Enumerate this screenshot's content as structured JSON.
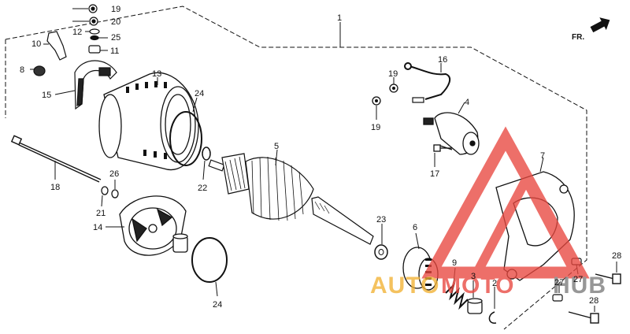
{
  "colors": {
    "line": "#111111",
    "watermark_red": "#e8473f",
    "watermark_gold": "#f2b233",
    "watermark_gray": "#7a7a7a"
  },
  "orientation": {
    "label": "FR.",
    "icon": "arrow-up-right-icon"
  },
  "callouts": [
    {
      "id": "c1",
      "text": "1"
    },
    {
      "id": "c2",
      "text": "2"
    },
    {
      "id": "c3",
      "text": "3"
    },
    {
      "id": "c4",
      "text": "4"
    },
    {
      "id": "c5",
      "text": "5"
    },
    {
      "id": "c6",
      "text": "6"
    },
    {
      "id": "c7",
      "text": "7"
    },
    {
      "id": "c8",
      "text": "8"
    },
    {
      "id": "c9",
      "text": "9"
    },
    {
      "id": "c10",
      "text": "10"
    },
    {
      "id": "c11",
      "text": "11"
    },
    {
      "id": "c12",
      "text": "12"
    },
    {
      "id": "c13",
      "text": "13"
    },
    {
      "id": "c14",
      "text": "14"
    },
    {
      "id": "c15",
      "text": "15"
    },
    {
      "id": "c16",
      "text": "16"
    },
    {
      "id": "c17",
      "text": "17"
    },
    {
      "id": "c18",
      "text": "18"
    },
    {
      "id": "c19a",
      "text": "19"
    },
    {
      "id": "c19b",
      "text": "19"
    },
    {
      "id": "c19c",
      "text": "19"
    },
    {
      "id": "c20",
      "text": "20"
    },
    {
      "id": "c21",
      "text": "21"
    },
    {
      "id": "c22",
      "text": "22"
    },
    {
      "id": "c23",
      "text": "23"
    },
    {
      "id": "c24a",
      "text": "24"
    },
    {
      "id": "c24b",
      "text": "24"
    },
    {
      "id": "c25",
      "text": "25"
    },
    {
      "id": "c26",
      "text": "26"
    },
    {
      "id": "c27a",
      "text": "27"
    },
    {
      "id": "c27b",
      "text": "27"
    },
    {
      "id": "c28a",
      "text": "28"
    },
    {
      "id": "c28b",
      "text": "28"
    }
  ],
  "watermark": {
    "part1": "AUTO",
    "part2": "MOTO",
    "part3": "HUB",
    "logo": "triangle-logo"
  }
}
